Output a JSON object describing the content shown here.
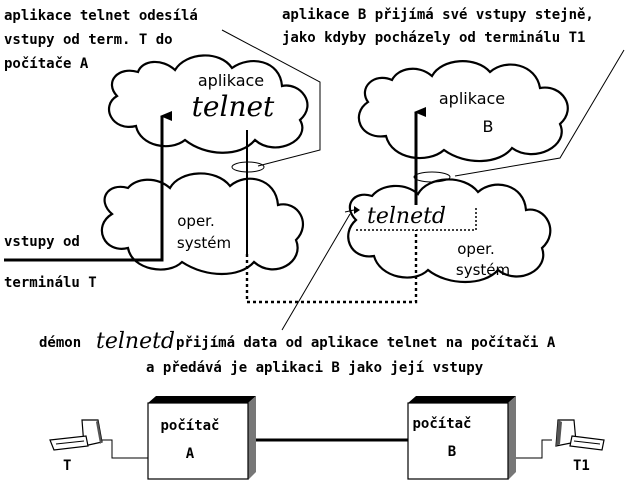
{
  "annotations": {
    "top_left": [
      "aplikace telnet odesílá",
      "vstupy od term. T do",
      "počítače A"
    ],
    "top_right": [
      "aplikace B přijímá své vstupy stejně,",
      "jako kdyby pocházely od terminálu T1"
    ],
    "input_label": [
      "vstupy od",
      "terminálu T"
    ],
    "daemon_prefix": "démon",
    "daemon_word": "telnetd",
    "daemon_rest": "přijímá data od aplikace telnet na počítači A",
    "daemon_line2": "a předává je aplikaci B jako její vstupy"
  },
  "clouds": {
    "app_telnet": {
      "line1": "aplikace",
      "line2": "telnet"
    },
    "os_left": {
      "line1": "oper.",
      "line2": "systém"
    },
    "app_b": {
      "line1": "aplikace",
      "line2": "B"
    },
    "os_right": {
      "line1": "oper.",
      "line2": "systém"
    },
    "telnetd": "telnetd"
  },
  "network": {
    "computer_a": {
      "line1": "počítač",
      "line2": "A"
    },
    "computer_b": {
      "line1": "počítač",
      "line2": "B"
    },
    "terminal_left": "T",
    "terminal_right": "T1"
  }
}
